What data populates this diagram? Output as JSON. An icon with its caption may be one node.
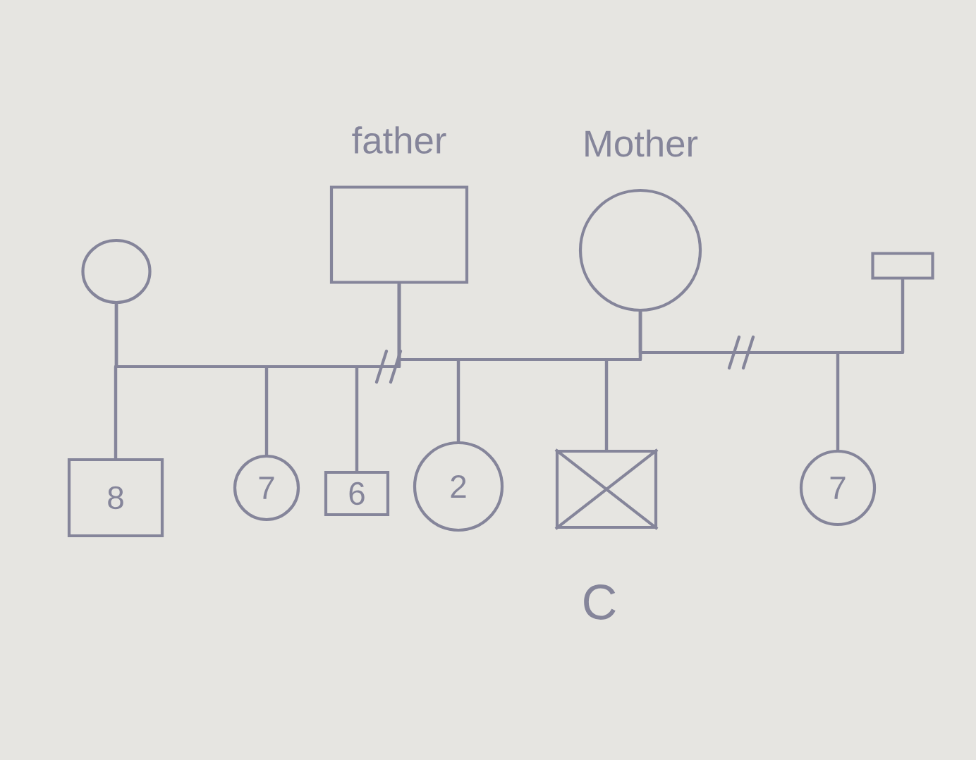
{
  "diagram": {
    "nodes": [
      {
        "text": [],
        "shape": "circle"
      },
      {
        "text": [
          "father"
        ]
      },
      {
        "text": [
          "Mother"
        ]
      },
      {
        "text": [],
        "shape": "box"
      },
      {
        "text": [
          "8"
        ]
      },
      {
        "text": [
          "7"
        ]
      },
      {
        "text": [
          "6"
        ]
      },
      {
        "text": [
          "2"
        ]
      },
      {
        "text": [],
        "shape": "box",
        "beside": [
          "C"
        ]
      },
      {
        "text": [
          "7"
        ]
      }
    ],
    "edges": [
      {
        "from": 0,
        "to": 1,
        "arrow": "none"
      },
      {
        "from": 1,
        "to": 2,
        "arrow": "none"
      },
      {
        "from": 2,
        "to": 3,
        "arrow": "none"
      },
      {
        "from": 0,
        "to": 4,
        "arrow": "none"
      },
      {
        "from": 1,
        "to": 4,
        "arrow": "none"
      },
      {
        "from": 0,
        "to": 5,
        "arrow": "none"
      },
      {
        "from": 1,
        "to": 5,
        "arrow": "none"
      },
      {
        "from": 0,
        "to": 6,
        "arrow": "none"
      },
      {
        "from": 1,
        "to": 6,
        "arrow": "none"
      },
      {
        "from": 1,
        "to": 7,
        "arrow": "none"
      },
      {
        "from": 2,
        "to": 7,
        "arrow": "none"
      },
      {
        "from": 1,
        "to": 8,
        "arrow": "none"
      },
      {
        "from": 2,
        "to": 8,
        "arrow": "none"
      },
      {
        "from": 2,
        "to": 9,
        "arrow": "none"
      },
      {
        "from": 3,
        "to": 9,
        "arrow": "none"
      }
    ]
  }
}
